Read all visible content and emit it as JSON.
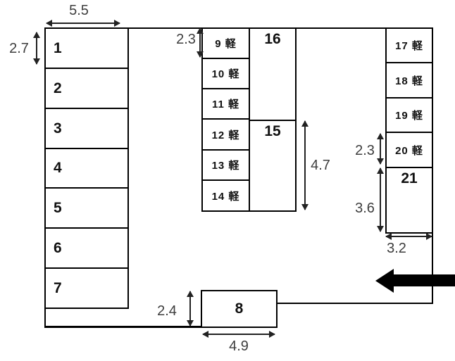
{
  "spaces": {
    "left_column": [
      "1",
      "2",
      "3",
      "4",
      "5",
      "6",
      "7"
    ],
    "bay8": "8",
    "middle_kei": [
      "9 軽",
      "10 軽",
      "11 軽",
      "12 軽",
      "13 軽",
      "14 軽"
    ],
    "middle_bays": {
      "bay16": "16",
      "bay15": "15"
    },
    "right_kei": [
      "17 軽",
      "18 軽",
      "19 軽",
      "20 軽"
    ],
    "bay21": "21"
  },
  "dimensions": {
    "left_space_width": "5.5",
    "left_space_height": "2.7",
    "kei_space_height": "2.3",
    "bay15_height": "4.7",
    "kei20_height": "2.3",
    "bay21_height": "3.6",
    "bay21_width": "3.2",
    "bay8_height": "2.4",
    "bay8_width": "4.9"
  },
  "colors": {
    "line": "#000000",
    "background": "#ffffff",
    "dimension_text": "#3d3d3d"
  }
}
